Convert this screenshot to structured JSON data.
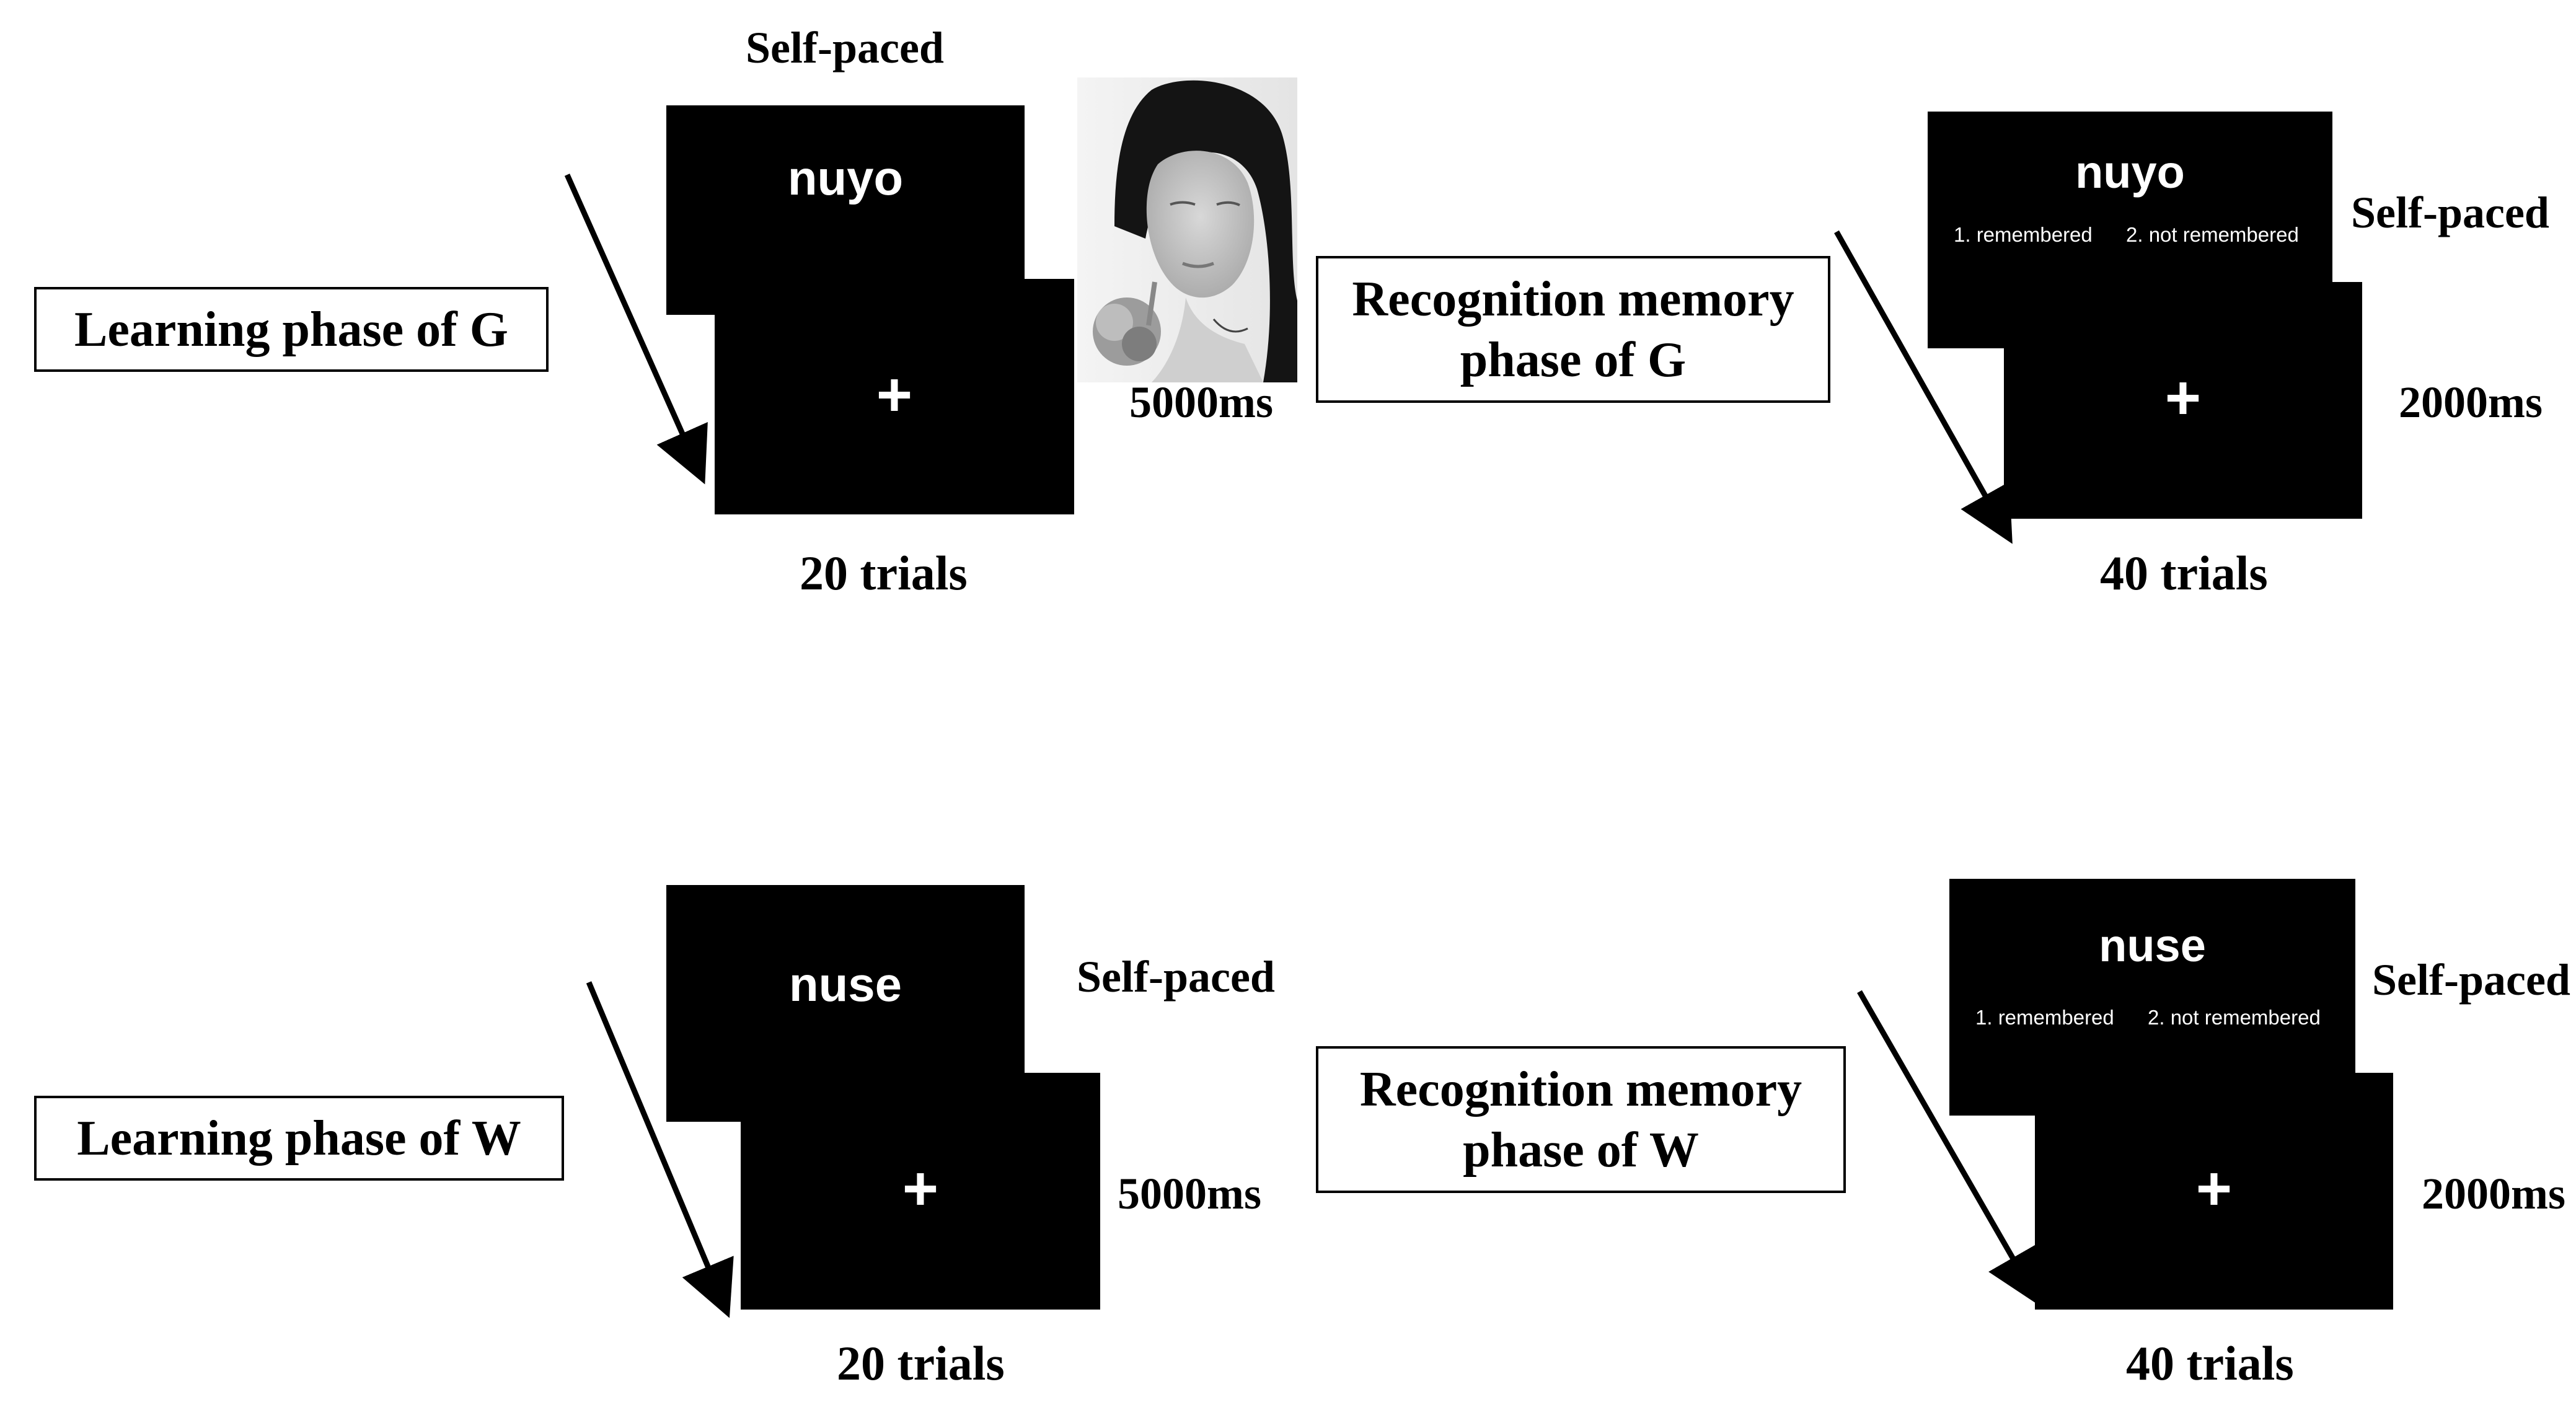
{
  "learning_g": {
    "phase_label": "Learning phase of G",
    "pacing_label": "Self-paced",
    "stimulus_word": "nuyo",
    "fixation": "+",
    "duration_label": "5000ms",
    "trials_label": "20 trials"
  },
  "recognition_g": {
    "phase_label_line1": "Recognition memory",
    "phase_label_line2": "phase of G",
    "stimulus_word": "nuyo",
    "option1": "1. remembered",
    "option2": "2. not remembered",
    "pacing_label": "Self-paced",
    "fixation": "+",
    "duration_label": "2000ms",
    "trials_label": "40 trials"
  },
  "learning_w": {
    "phase_label": "Learning phase of W",
    "stimulus_word": "nuse",
    "pacing_label": "Self-paced",
    "fixation": "+",
    "duration_label": "5000ms",
    "trials_label": "20 trials"
  },
  "recognition_w": {
    "phase_label_line1": "Recognition memory",
    "phase_label_line2": "phase of W",
    "stimulus_word": "nuse",
    "option1": "1. remembered",
    "option2": "2. not remembered",
    "pacing_label": "Self-paced",
    "fixation": "+",
    "duration_label": "2000ms",
    "trials_label": "40 trials"
  },
  "colors": {
    "screen": "#000000",
    "text_on_screen": "#ffffff",
    "background": "#ffffff"
  }
}
